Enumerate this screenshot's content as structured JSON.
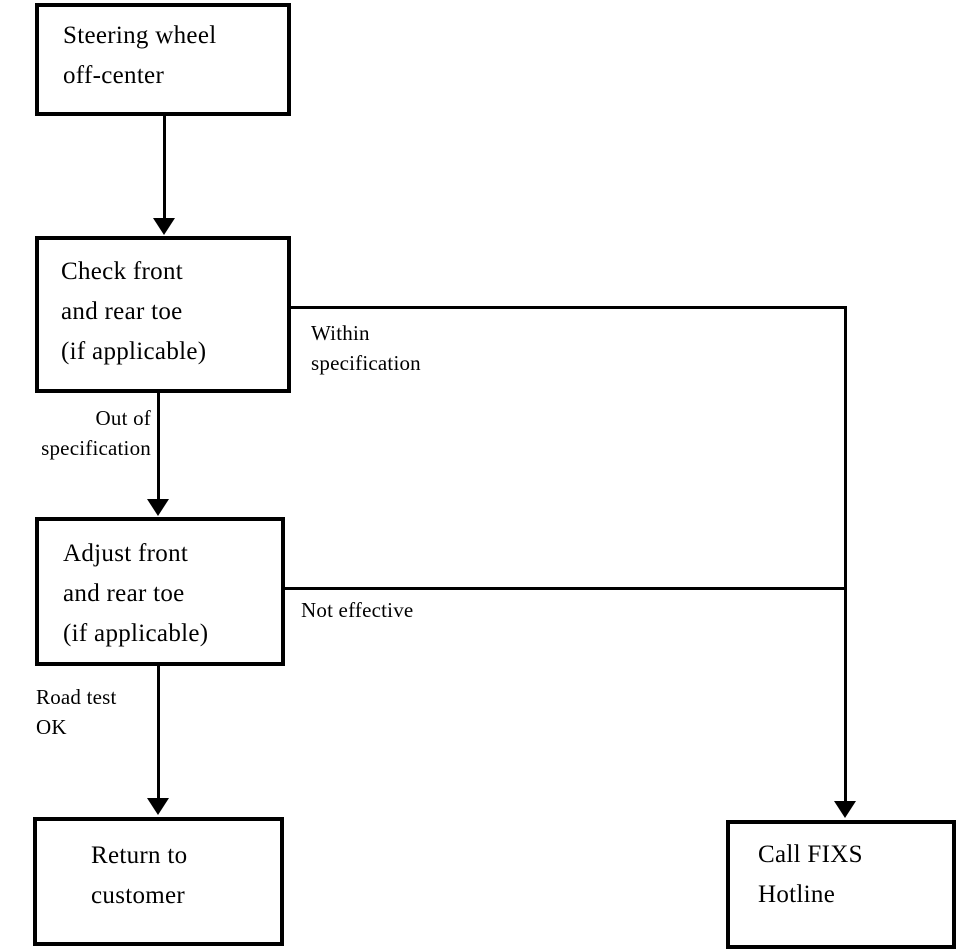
{
  "page": {
    "background_color": "#ffffff",
    "ink_color": "#000000"
  },
  "flowchart": {
    "nodes": {
      "steering_wheel": {
        "text": "Steering wheel\noff-center"
      },
      "check_toe": {
        "text": "Check front\nand rear toe\n(if applicable)"
      },
      "adjust_toe": {
        "text": "Adjust front\nand rear toe\n(if applicable)"
      },
      "return_customer": {
        "text": "Return to\ncustomer"
      },
      "call_fixs": {
        "text": "Call FIXS\nHotline"
      }
    },
    "edge_labels": {
      "within_spec": "Within\nspecification",
      "out_of_spec": "Out of\nspecification",
      "not_effective": "Not effective",
      "road_test_ok": "Road test\nOK"
    }
  }
}
